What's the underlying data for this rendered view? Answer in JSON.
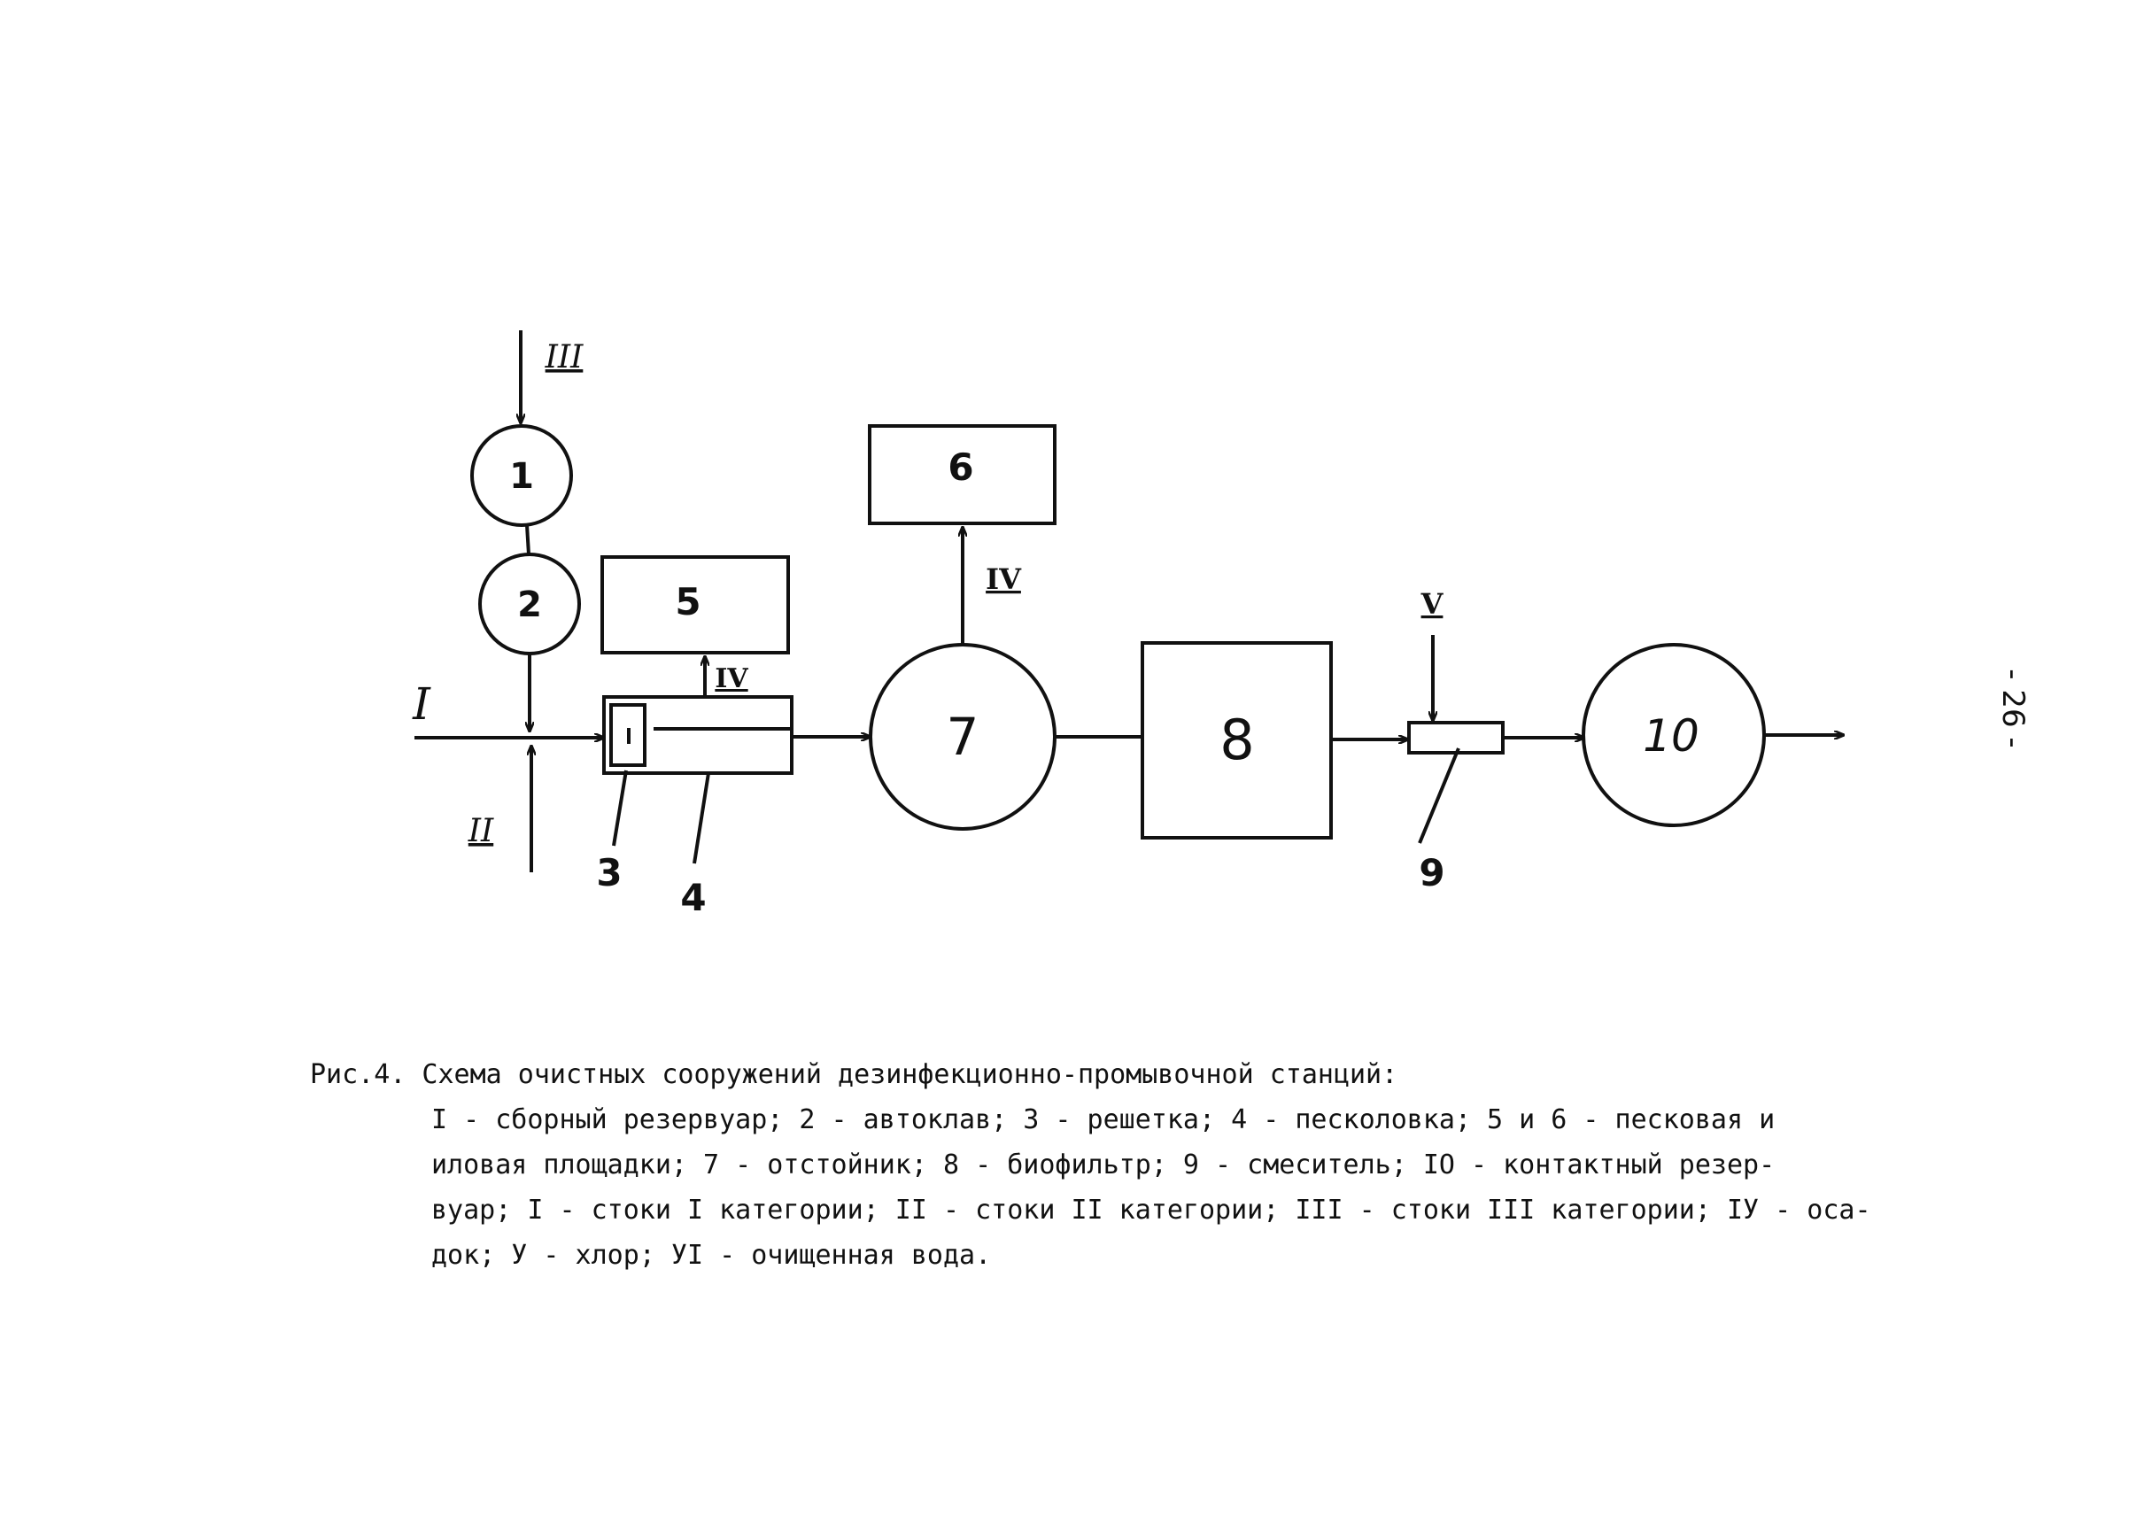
{
  "diagram": {
    "nodes": {
      "n1": "1",
      "n2": "2",
      "n3": "3",
      "n4": "4",
      "n5": "5",
      "n6": "6",
      "n7": "7",
      "n8": "8",
      "n9": "9",
      "n10": "10"
    },
    "flows": {
      "f1": "I",
      "f2": "II",
      "f3": "III",
      "f4a": "IV",
      "f4b": "IV",
      "f5": "V"
    },
    "page_number": "- 26 -"
  },
  "caption": {
    "title": "Рис.4. Схема очистных сооружений дезинфекционно-промывочной станций:",
    "lines": [
      "I - сборный резервуар; 2 - автоклав; 3 - решетка; 4 - песколовка; 5 и 6 - песковая и",
      "иловая площадки; 7 - отстойник; 8 - биофильтр; 9 - смеситель; IO - контактный резер-",
      "вуар; I - стоки I категории; II - стоки II категории; III - стоки III категории; IУ - оса-",
      "док; У - хлор; УI - очищенная вода."
    ]
  },
  "colors": {
    "ink": "#111111",
    "paper": "#ffffff"
  }
}
